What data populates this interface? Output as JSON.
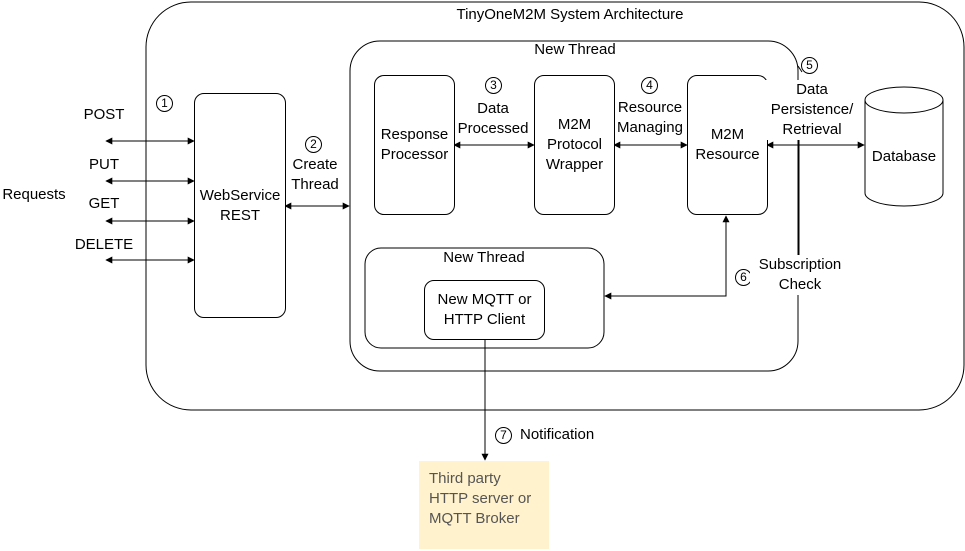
{
  "title": "TinyOneM2M System Architecture",
  "thread_main_label": "New Thread",
  "thread_sub_label": "New Thread",
  "requests_label": "Requests",
  "methods": [
    "POST",
    "PUT",
    "GET",
    "DELETE"
  ],
  "components": {
    "webservice": "WebService\nREST",
    "response_processor": "Response\nProcessor",
    "protocol_wrapper": "M2M\nProtocol\nWrapper",
    "m2m_resource": "M2M\nResource",
    "database": "Database",
    "client": "New MQTT or\nHTTP Client"
  },
  "steps": [
    {
      "num": "1",
      "text": ""
    },
    {
      "num": "2",
      "text": "Create\nThread"
    },
    {
      "num": "3",
      "text": "Data\nProcessed"
    },
    {
      "num": "4",
      "text": "Resource\nManaging"
    },
    {
      "num": "5",
      "text": "Data\nPersistence/\nRetrieval"
    },
    {
      "num": "6",
      "text": "Subscription\nCheck"
    },
    {
      "num": "7",
      "text": "Notification"
    }
  ],
  "third_party": "Third party\nHTTP server or\nMQTT Broker"
}
